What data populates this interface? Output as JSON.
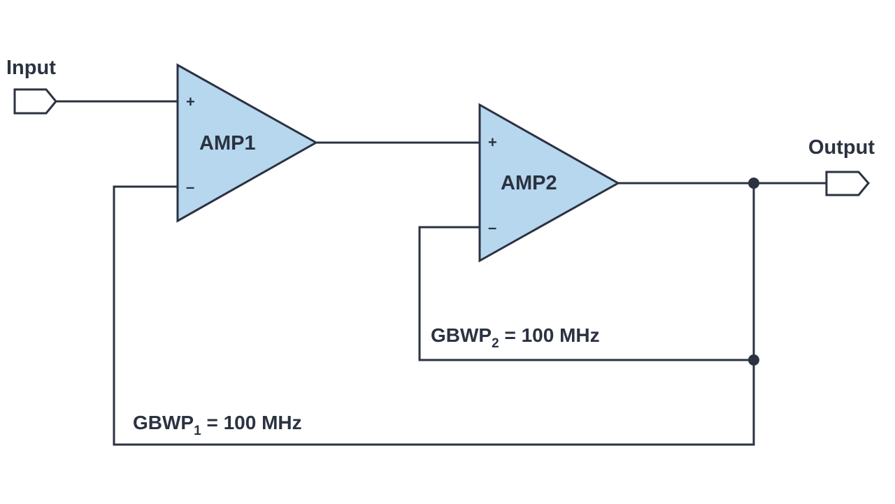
{
  "diagram": {
    "title": "Two-stage composite amplifier",
    "colors": {
      "amp_fill": "#b6d7ee",
      "line": "#2b3240",
      "background": "#ffffff"
    },
    "ports": {
      "input": {
        "label": "Input",
        "icon": "input-port-icon"
      },
      "output": {
        "label": "Output",
        "icon": "output-port-icon"
      }
    },
    "amplifiers": [
      {
        "label": "AMP1",
        "plus": "+",
        "minus": "–"
      },
      {
        "label": "AMP2",
        "plus": "+",
        "minus": "–"
      }
    ],
    "annotations": {
      "gbwp1": {
        "prefix": "GBWP",
        "subscript": "1",
        "suffix": " = 100 MHz"
      },
      "gbwp2": {
        "prefix": "GBWP",
        "subscript": "2",
        "suffix": " = 100 MHz"
      }
    },
    "connections": [
      "Input → AMP1 (+)",
      "AMP1 output → AMP2 (+)",
      "AMP2 output → Output",
      "Output node → AMP2 (–) (feedback, GBWP2)",
      "Output node → AMP1 (–) (feedback, GBWP1)"
    ]
  }
}
